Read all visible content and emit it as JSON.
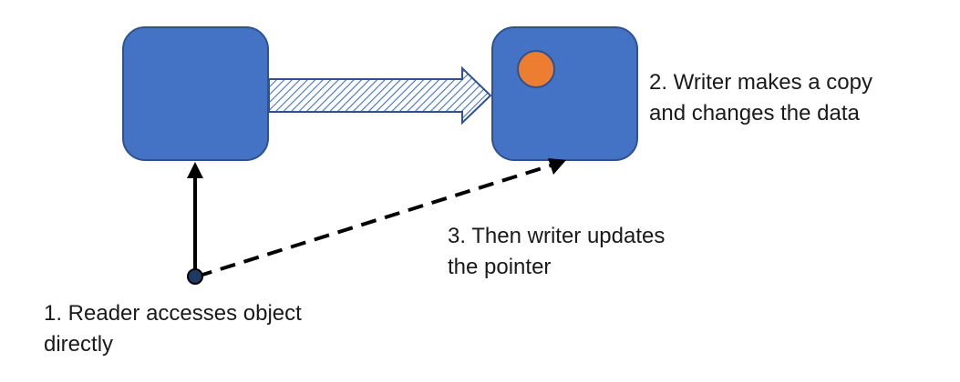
{
  "colors": {
    "box_fill": "#4472C4",
    "box_stroke": "#2F528F",
    "dot_fill": "#ED7D31",
    "pointer_color": "#000000",
    "copy_arrow_stroke": "#2F528F",
    "copy_arrow_hatch": "#4472C4"
  },
  "icons": {
    "copy_arrow": "hatched-block-arrow-right",
    "reader_pointer": "solid-arrow-up",
    "writer_pointer": "dashed-arrow"
  },
  "captions": {
    "writer": {
      "line1": "2. Writer makes a copy",
      "line2": "and changes the data"
    },
    "pointer_update": {
      "line1": "3. Then writer updates",
      "line2": "the pointer"
    },
    "reader": {
      "line1": "1. Reader accesses object",
      "line2": "directly"
    }
  }
}
